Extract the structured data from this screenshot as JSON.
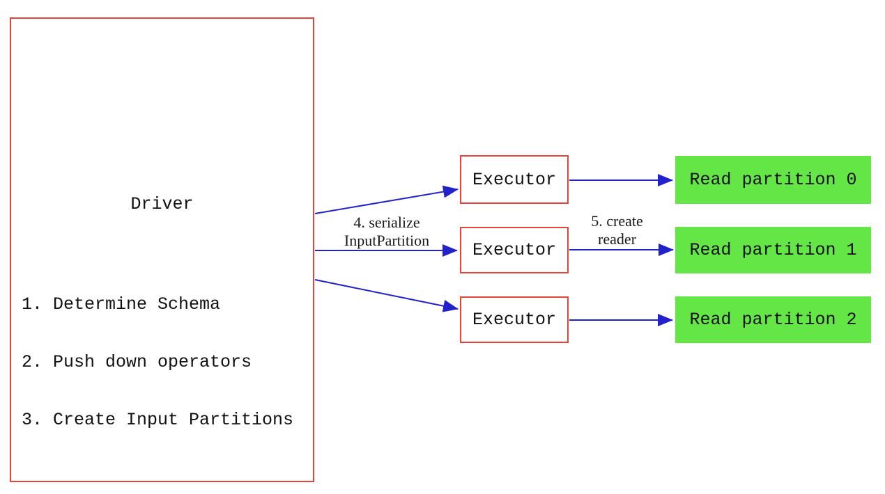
{
  "driver": {
    "title": "Driver",
    "steps": [
      "1. Determine Schema",
      "2. Push down operators",
      "3. Create Input Partitions"
    ]
  },
  "executors": [
    {
      "label": "Executor"
    },
    {
      "label": "Executor"
    },
    {
      "label": "Executor"
    }
  ],
  "partitions": [
    {
      "label": "Read partition 0"
    },
    {
      "label": "Read partition 1"
    },
    {
      "label": "Read partition 2"
    }
  ],
  "edge_labels": {
    "serialize": {
      "line1": "4. serialize",
      "line2": "InputPartition"
    },
    "create_reader": {
      "line1": "5. create",
      "line2": "reader"
    }
  },
  "colors": {
    "box_border_red": "#e8423c",
    "arrow_blue": "#2222cc",
    "partition_green": "#64e646",
    "text_black": "#111111",
    "background": "#ffffff"
  }
}
